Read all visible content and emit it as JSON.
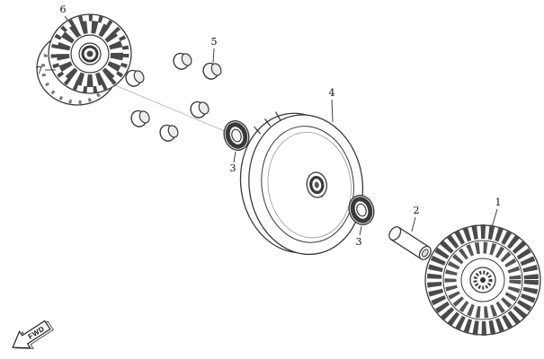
{
  "colors": {
    "background": "#ffffff",
    "line": "#3a3a3a",
    "label": "#111111"
  },
  "callouts": {
    "c1": {
      "label": "1"
    },
    "c2": {
      "label": "2"
    },
    "c3a": {
      "label": "3"
    },
    "c3b": {
      "label": "3"
    },
    "c4": {
      "label": "4"
    },
    "c5": {
      "label": "5"
    },
    "c6": {
      "label": "6"
    },
    "c7": {
      "label": "7"
    }
  },
  "direction_arrow": {
    "label": "FWD"
  }
}
